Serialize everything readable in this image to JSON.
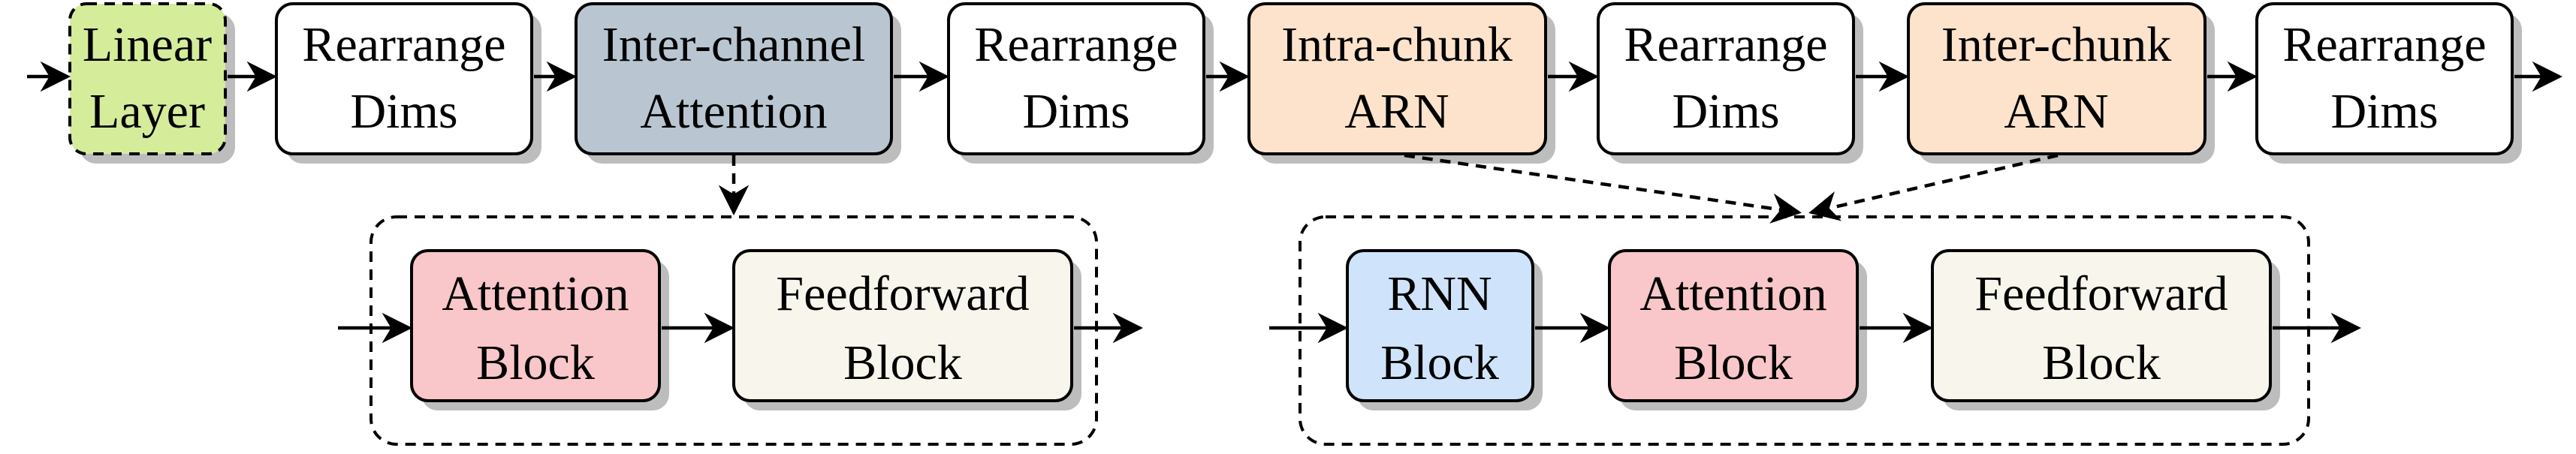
{
  "colors": {
    "linear": "#d5ec9b",
    "inter_channel": "#b9c6d1",
    "arn": "#fde3cb",
    "rearrange": "#ffffff",
    "attention": "#f9c7c9",
    "feedforward": "#f8f5ec",
    "rnn": "#cfe4fb"
  },
  "top_row": {
    "linear_layer": [
      "Linear",
      "Layer"
    ],
    "rearrange_1": [
      "Rearrange",
      "Dims"
    ],
    "inter_channel_attention": [
      "Inter-channel",
      "Attention"
    ],
    "rearrange_2": [
      "Rearrange",
      "Dims"
    ],
    "intra_chunk_arn": [
      "Intra-chunk",
      "ARN"
    ],
    "rearrange_3": [
      "Rearrange",
      "Dims"
    ],
    "inter_chunk_arn": [
      "Inter-chunk",
      "ARN"
    ],
    "rearrange_4": [
      "Rearrange",
      "Dims"
    ]
  },
  "left_group": {
    "attention_block": [
      "Attention",
      "Block"
    ],
    "feedforward_block": [
      "Feedforward",
      "Block"
    ]
  },
  "right_group": {
    "rnn_block": [
      "RNN",
      "Block"
    ],
    "attention_block": [
      "Attention",
      "Block"
    ],
    "feedforward_block": [
      "Feedforward",
      "Block"
    ]
  }
}
